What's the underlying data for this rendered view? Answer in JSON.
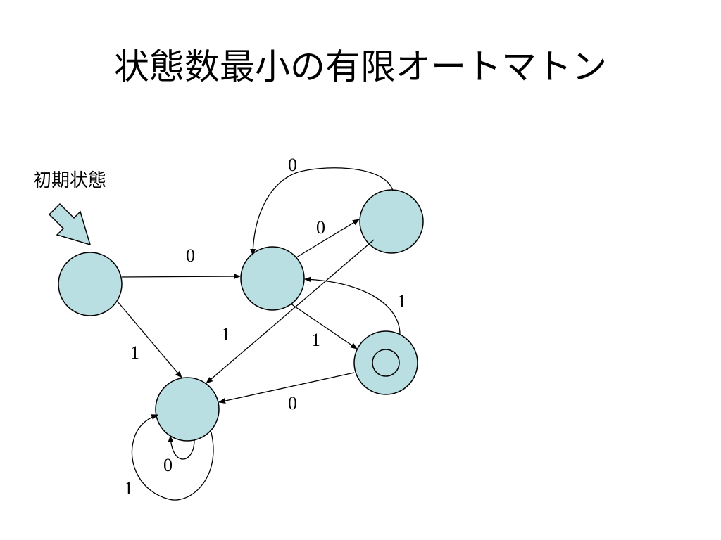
{
  "title": "状態数最小の有限オートマトン",
  "initial_state_label": "初期状態",
  "colors": {
    "state_fill": "#b9dfe3",
    "state_stroke": "#000000",
    "initial_arrow_fill": "#b9dfe3",
    "edge": "#000000"
  },
  "transition_labels": {
    "q0_to_q1": "0",
    "q0_to_q4": "1",
    "q1_to_q2": "0",
    "q2_to_q1": "0",
    "q1_to_q3": "1",
    "q2_to_q4": "1",
    "q3_to_q1": "1",
    "q3_to_q4": "0",
    "q4_loop_0": "0",
    "q4_loop_1": "1"
  }
}
